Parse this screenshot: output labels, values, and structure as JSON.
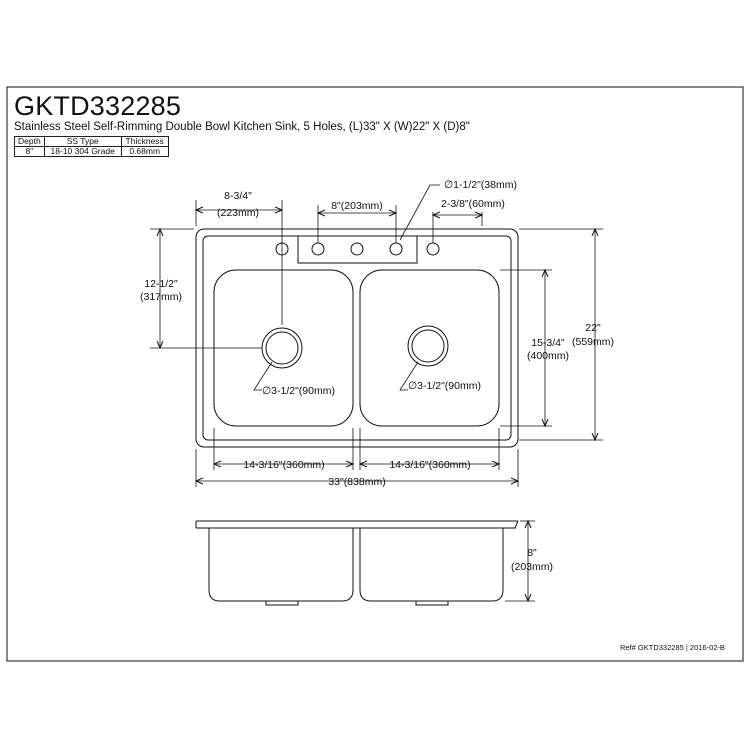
{
  "model": "GKTD332285",
  "description": "Stainless Steel Self-Rimming Double Bowl Kitchen Sink, 5 Holes, (L)33\" X (W)22\" X (D)8\"",
  "spec_table": {
    "headers": [
      "Depth",
      "SS Type",
      "Thickness"
    ],
    "values": [
      "8\"",
      "18-10 304 Grade",
      "0.68mm"
    ]
  },
  "dimensions": {
    "faucet_offset": "8-3/4\"",
    "faucet_offset_mm": "(223mm)",
    "hole_spread": "8\"(203mm)",
    "hole_diameter": "∅1-1/2\"(38mm)",
    "hole_edge": "2-3/8\"(60mm)",
    "drain_from_back": "12-1/2\"",
    "drain_from_back_mm": "(317mm)",
    "bowl_length": "15-3/4\"",
    "bowl_length_mm": "(400mm)",
    "overall_width": "22\"",
    "overall_width_mm": "(559mm)",
    "drain_left": "∅3-1/2\"(90mm)",
    "drain_right": "∅3-1/2\"(90mm)",
    "bowl_width_left": "14-3/16\"(360mm)",
    "bowl_width_right": "14-3/16\"(360mm)",
    "overall_length": "33\"(838mm)",
    "depth": "8\"",
    "depth_mm": "(203mm)"
  },
  "reference": "Ref# GKTD332285 | 2016-02-B"
}
